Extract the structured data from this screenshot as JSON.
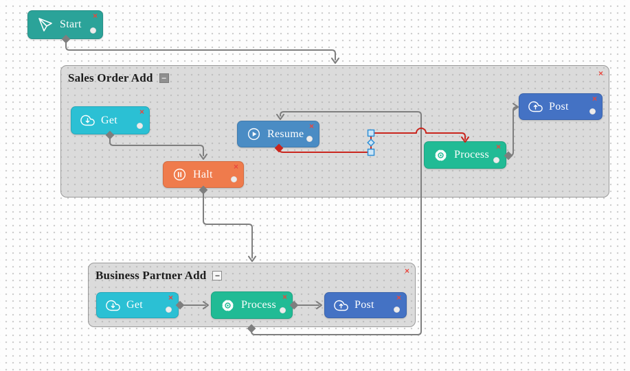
{
  "groups": {
    "sales_order_add": {
      "title": "Sales Order Add",
      "collapse": "−"
    },
    "business_partner_add": {
      "title": "Business Partner Add",
      "collapse": "−"
    }
  },
  "nodes": {
    "start": {
      "label": "Start",
      "icon": "send-icon"
    },
    "soa_get": {
      "label": "Get",
      "icon": "cloud-download-icon"
    },
    "soa_resume": {
      "label": "Resume",
      "icon": "play-circle-icon"
    },
    "soa_halt": {
      "label": "Halt",
      "icon": "pause-circle-icon"
    },
    "soa_process": {
      "label": "Process",
      "icon": "gear-icon"
    },
    "soa_post": {
      "label": "Post",
      "icon": "cloud-upload-icon"
    },
    "bpa_get": {
      "label": "Get",
      "icon": "cloud-download-icon"
    },
    "bpa_process": {
      "label": "Process",
      "icon": "gear-icon"
    },
    "bpa_post": {
      "label": "Post",
      "icon": "cloud-upload-icon"
    }
  },
  "controls": {
    "close": "×"
  },
  "colors": {
    "node-start": "#2BA399",
    "node-get": "#2BC0D4",
    "node-resume": "#4A8CC4",
    "node-halt": "#EF7B4C",
    "node-process": "#21BB95",
    "node-post": "#4472C4",
    "edge": "#7E7E7E",
    "edge-selected": "#C9251D",
    "close": "#E8473E",
    "handle": "#2E8FD6",
    "handle-fill": "#CDE6F7",
    "group-border": "#9A9A9A",
    "group-bg": "rgba(171,171,171,0.42)"
  }
}
